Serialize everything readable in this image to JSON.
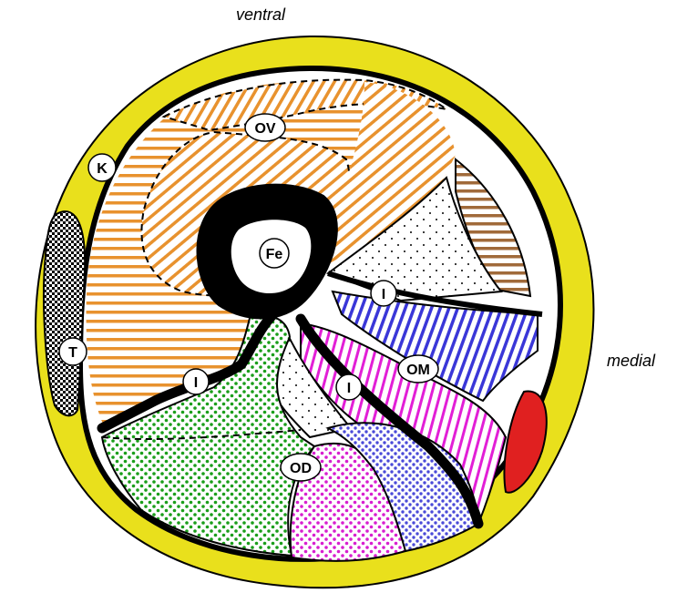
{
  "orientation": {
    "top": "ventral",
    "right": "medial"
  },
  "labels": {
    "ov": "OV",
    "k": "K",
    "fe": "Fe",
    "t": "T",
    "i_upper_right": "I",
    "i_left": "I",
    "i_center": "I",
    "om": "OM",
    "od": "OD"
  },
  "colors": {
    "skin": "#e9e01c",
    "outline": "#000000",
    "orange_stripes": "#e8922e",
    "brown_stripes": "#a06a3a",
    "blue_stripes": "#3a37d8",
    "magenta_stripes": "#e21fd6",
    "green_dots": "#1b9e1b",
    "magenta_dots": "#d81fd0",
    "blue_dots": "#4a4ad8",
    "black_dots": "#000000",
    "red": "#e02020"
  }
}
